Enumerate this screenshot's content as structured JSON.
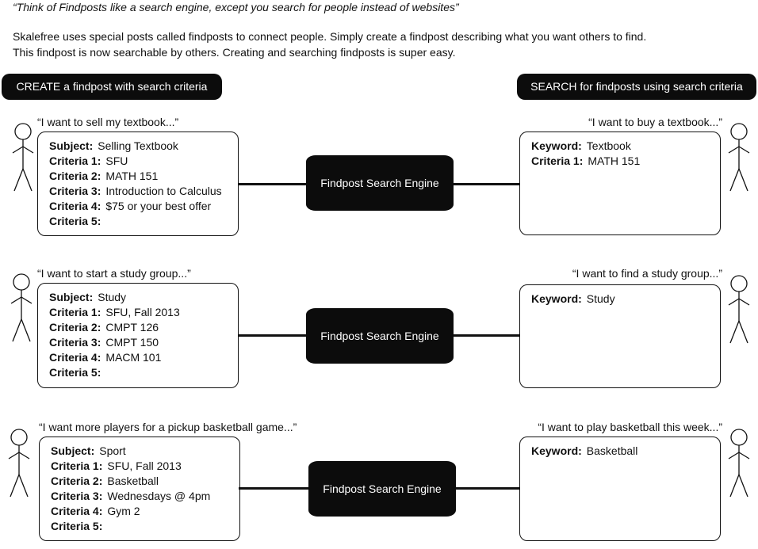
{
  "header": {
    "tagline": "“Think of Findposts like a search engine, except you search for people instead of websites”",
    "intro_line_1": "Skalefree uses special posts called findposts to connect people.  Simply create a findpost describing what you want others to find.",
    "intro_line_2": "This findpost is now searchable by others.  Creating and searching findposts is super easy."
  },
  "columns": {
    "create_label": "CREATE a findpost with search criteria",
    "search_label": "SEARCH for findposts using search criteria"
  },
  "engine_label": "Findpost Search Engine",
  "examples": [
    {
      "create_quote": "“I want to sell my textbook...”",
      "create_rows": [
        {
          "key": "Subject:",
          "value": "Selling Textbook"
        },
        {
          "key": "Criteria 1:",
          "value": "SFU"
        },
        {
          "key": "Criteria 2:",
          "value": "MATH 151"
        },
        {
          "key": "Criteria 3:",
          "value": "Introduction to Calculus"
        },
        {
          "key": "Criteria 4:",
          "value": "$75 or your best offer"
        },
        {
          "key": "Criteria 5:",
          "value": ""
        }
      ],
      "search_quote": "“I want to buy a textbook...”",
      "search_rows": [
        {
          "key": "Keyword:",
          "value": "Textbook"
        },
        {
          "key": "Criteria 1:",
          "value": "MATH 151"
        }
      ]
    },
    {
      "create_quote": "“I want to start a study group...”",
      "create_rows": [
        {
          "key": "Subject:",
          "value": "Study"
        },
        {
          "key": "Criteria 1:",
          "value": "SFU, Fall 2013"
        },
        {
          "key": "Criteria 2:",
          "value": "CMPT 126"
        },
        {
          "key": "Criteria 3:",
          "value": "CMPT 150"
        },
        {
          "key": "Criteria 4:",
          "value": "MACM 101"
        },
        {
          "key": "Criteria 5:",
          "value": ""
        }
      ],
      "search_quote": "“I want to find a study group...”",
      "search_rows": [
        {
          "key": "Keyword:",
          "value": "Study"
        }
      ]
    },
    {
      "create_quote": "“I want more players for a pickup basketball game...”",
      "create_rows": [
        {
          "key": "Subject:",
          "value": "Sport"
        },
        {
          "key": "Criteria 1:",
          "value": "SFU, Fall 2013"
        },
        {
          "key": "Criteria 2:",
          "value": "Basketball"
        },
        {
          "key": "Criteria 3:",
          "value": "Wednesdays @ 4pm"
        },
        {
          "key": "Criteria 4:",
          "value": "Gym 2"
        },
        {
          "key": "Criteria 5:",
          "value": ""
        }
      ],
      "search_quote": "“I want to play basketball this week...”",
      "search_rows": [
        {
          "key": "Keyword:",
          "value": "Basketball"
        }
      ]
    }
  ]
}
